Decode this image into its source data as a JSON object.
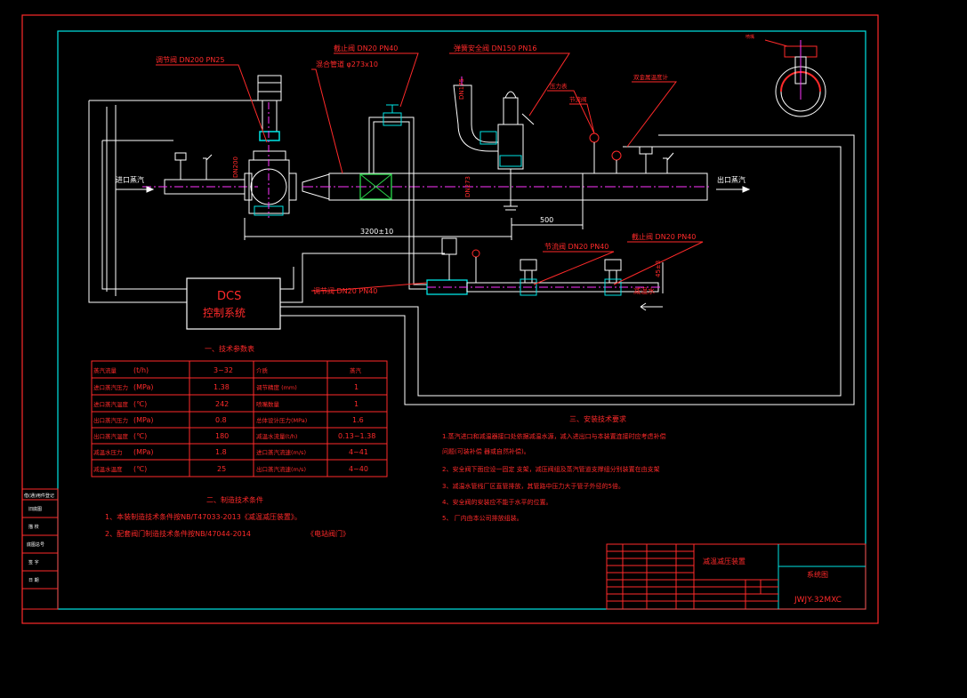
{
  "colors": {
    "background": "#000000",
    "red": "#ff2a2a",
    "cyan": "#00e5e5",
    "white": "#ffffff",
    "magenta": "#ff33ff",
    "green": "#29d64a",
    "yellow": "#ffff33",
    "blue": "#3a5cff"
  },
  "labels": {
    "reg_valve_main": "调节阀 DN200 PN25",
    "stop_valve_top": "截止阀 DN20 PN40",
    "mix_pipe": "混合管道 φ273x10",
    "safety_valve": "弹簧安全阀 DN150 PN16",
    "dn175": "DN175",
    "pressure_gauge": "压力表",
    "check_valve": "节流阀",
    "thermometer": "双金属温度计",
    "dn200": "DN200",
    "dn273": "DN273",
    "inlet": "进口蒸汽",
    "outlet": "出口蒸汽",
    "dim_3200": "3200±10",
    "dim_500": "500",
    "stop_valve_a": "节流阀 DN20 PN40",
    "stop_valve_b": "截止阀 DN20 PN40",
    "reg_valve_small": "调节阀 DN20 PN40",
    "desuper_water": "减温水",
    "dim_45": "45±3",
    "dcs_title": "DCS",
    "dcs_sub": "控制系统",
    "detail_label": "喷嘴"
  },
  "param_table": {
    "title": "一、技术参数表",
    "rows": [
      [
        "蒸汽流量",
        "(t/h)",
        "3~32",
        "介质",
        "蒸汽"
      ],
      [
        "进口蒸汽压力",
        "(MPa)",
        "1.38",
        "调节精度 (mm)",
        "1"
      ],
      [
        "进口蒸汽温度",
        "(℃)",
        "242",
        "喷嘴数量",
        "1"
      ],
      [
        "出口蒸汽压力",
        "(MPa)",
        "0.8",
        "总体设计压力(MPa)",
        "1.6"
      ],
      [
        "出口蒸汽温度",
        "(℃)",
        "180",
        "减温水流量(t/h)",
        "0.13~1.38"
      ],
      [
        "减温水压力",
        "(MPa)",
        "1.8",
        "进口蒸汽流速(m/s)",
        "4~41"
      ],
      [
        "减温水温度",
        "(℃)",
        "25",
        "出口蒸汽流速(m/s)",
        "4~40"
      ]
    ]
  },
  "manufacture": {
    "title": "二、制造技术条件",
    "line1": "1、本装制造技术条件按NB/T47033-2013《减温减压装置》。",
    "line2": "2、配套阀门制造技术条件按NB/47044-2014",
    "line2b": "《电站阀门》"
  },
  "install": {
    "title": "三、安装技术要求",
    "lines": [
      "1.蒸汽进口和减温器接口处依据减温水源，减入进出口与本装置连接时应考虑补偿",
      "    问题(可装补偿        器或自然补偿)。",
      "2、安全阀下面应设一固定                  支架，减压阀组及蒸汽管道支撑组分别装置在由支架",
      "3、减温水管线厂区直管排放，其管路中压力大于管子外径的5倍。",
      "4、安全阀的安装应不能于水平的位置。",
      "5、    厂内由本公司排放组装。"
    ]
  },
  "title_block": {
    "name": "减温减压装置",
    "drawing_type": "系统图",
    "code": "JWJY-32MXC"
  },
  "left_block": [
    "借(通)用件登记",
    "旧底图",
    "描 校",
    "底图总号",
    "签 字",
    "日 期"
  ]
}
